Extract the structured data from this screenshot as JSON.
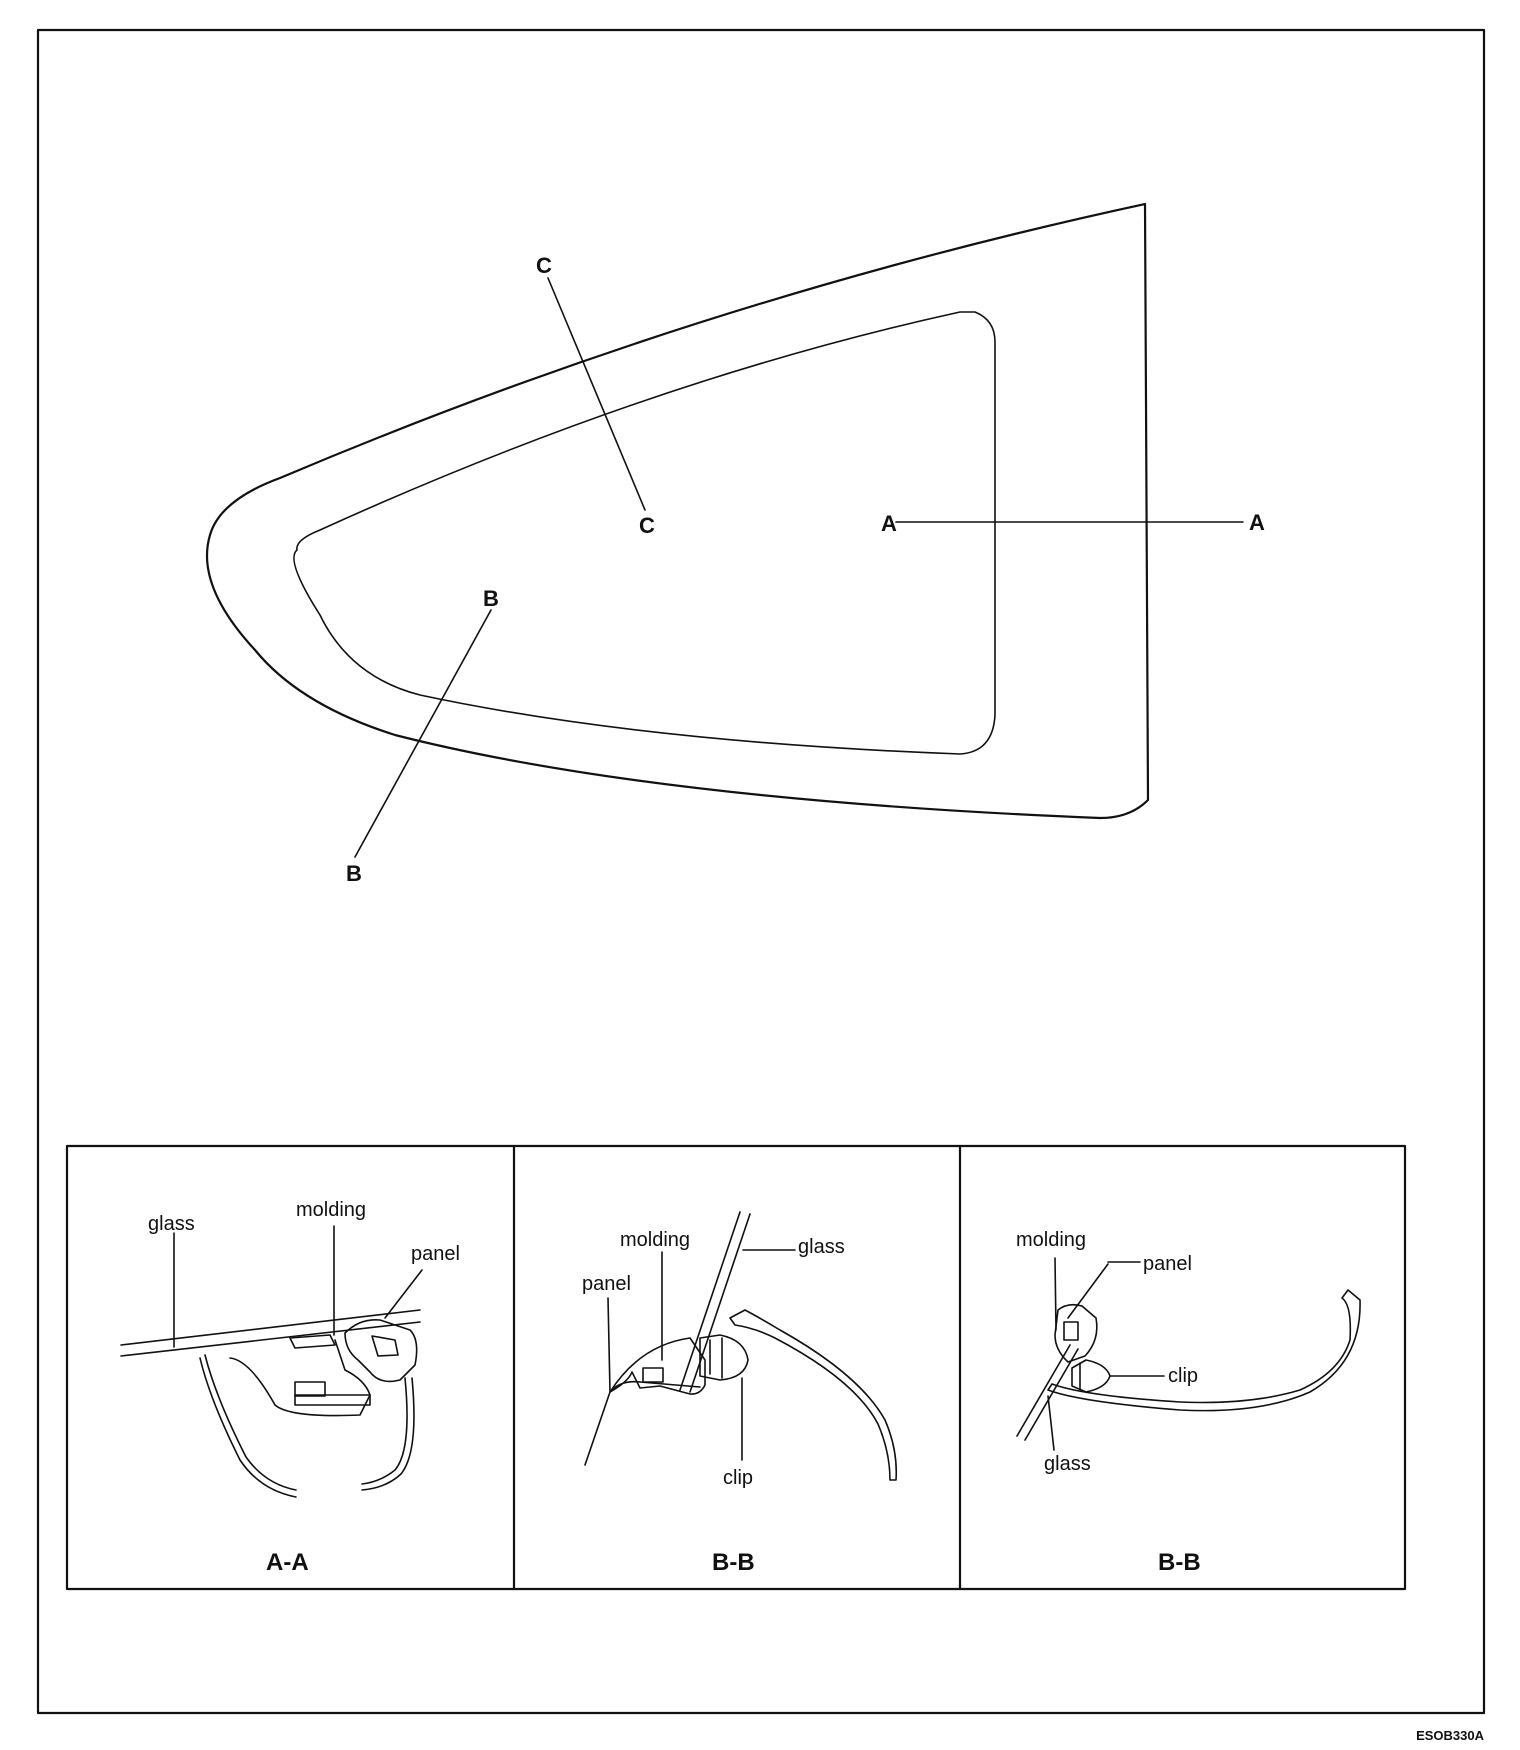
{
  "figure_code": "ESOB330A",
  "main_view": {
    "section_marks": [
      "A",
      "A",
      "B",
      "B",
      "C",
      "C"
    ]
  },
  "panels": [
    {
      "caption": "A-A",
      "labels": [
        "glass",
        "molding",
        "panel"
      ]
    },
    {
      "caption": "B-B",
      "labels": [
        "molding",
        "glass",
        "panel",
        "clip"
      ]
    },
    {
      "caption": "B-B",
      "labels": [
        "molding",
        "panel",
        "clip",
        "glass"
      ]
    }
  ]
}
